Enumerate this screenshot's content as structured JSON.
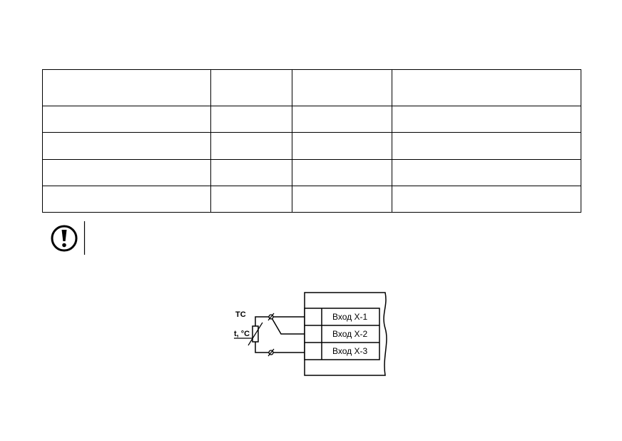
{
  "table": {
    "rows": [
      [
        "",
        "",
        "",
        ""
      ],
      [
        "",
        "",
        "",
        ""
      ],
      [
        "",
        "",
        "",
        ""
      ],
      [
        "",
        "",
        "",
        ""
      ],
      [
        "",
        "",
        "",
        ""
      ]
    ]
  },
  "warning": {
    "icon": "exclamation-circle-icon"
  },
  "diagram": {
    "sensor_label": "ТС",
    "temperature_label": "t, °С",
    "inputs": [
      "Вход Х-1",
      "Вход Х-2",
      "Вход Х-3"
    ]
  }
}
